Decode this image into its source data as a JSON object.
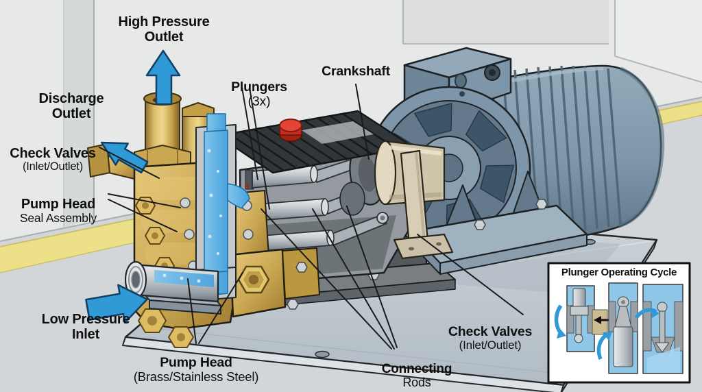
{
  "palette": {
    "arrow_blue": "#2f9ad6",
    "water_blue": "#5fb4e6",
    "brass_gold": "#c8a550",
    "motor_blue_gray": "#7e96a9",
    "crankcase_gray": "#4b5054",
    "base_plate_gray": "#c3cbd2",
    "caution_yellow": "#ece089",
    "oil_cap_red": "#d23326",
    "label_text": "#0f0f0f"
  },
  "labels": {
    "high_pressure_outlet": {
      "text": "High Pressure\nOutlet"
    },
    "discharge_outlet": {
      "text": "Discharge\nOutlet"
    },
    "check_valves_left": {
      "main": "Check Valves",
      "sub": "(Inlet/Outlet)"
    },
    "pump_head_seal": {
      "main": "Pump Head",
      "sub": "Seal Assembly"
    },
    "low_pressure_inlet": {
      "text": "Low Pressure\nInlet"
    },
    "pump_head_material": {
      "main": "Pump Head",
      "sub": "(Brass/Stainless Steel)"
    },
    "plungers": {
      "main": "Plungers",
      "count": "(3x)"
    },
    "crankshaft": {
      "text": "Crankshaft"
    },
    "connecting_rods": {
      "main": "Connecting",
      "sub": "Rods"
    },
    "check_valves_right": {
      "main": "Check Valves",
      "sub": "(Inlet/Outlet)"
    }
  },
  "inset": {
    "title": "Plunger Operating Cycle"
  }
}
